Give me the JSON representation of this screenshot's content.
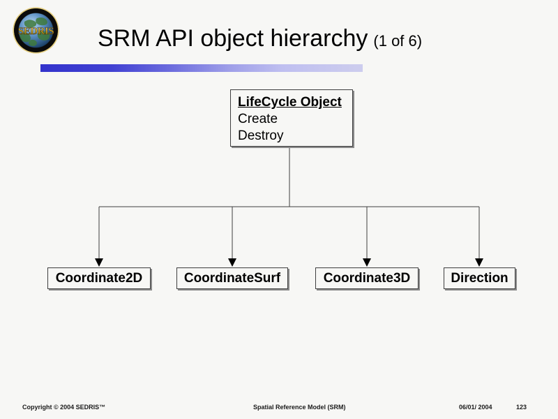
{
  "slide": {
    "background_color": "#f7f7f5",
    "title": {
      "main": "SRM API object hierarchy",
      "sub": "(1 of 6)"
    },
    "logo": {
      "alt": "SEDRIS globe logo",
      "wordmark": "SEDRIS",
      "ring_color": "#000000",
      "gold_color": "#c9a227"
    },
    "rule": {
      "start_color": "#3333cc",
      "end_color": "#cdcdee"
    }
  },
  "diagram": {
    "type": "tree",
    "root": {
      "title": "LifeCycle Object",
      "methods": [
        "Create",
        "Destroy"
      ]
    },
    "children": [
      {
        "label": "Coordinate2D"
      },
      {
        "label": "CoordinateSurf"
      },
      {
        "label": "Coordinate3D"
      },
      {
        "label": "Direction"
      }
    ],
    "line_color": "#3f3f3f",
    "shadow_color": "#8a8a8a"
  },
  "footer": {
    "copyright": "Copyright © 2004 SEDRIS™",
    "center": "Spatial Reference Model (SRM)",
    "date": "06/01/ 2004",
    "page": "123"
  }
}
